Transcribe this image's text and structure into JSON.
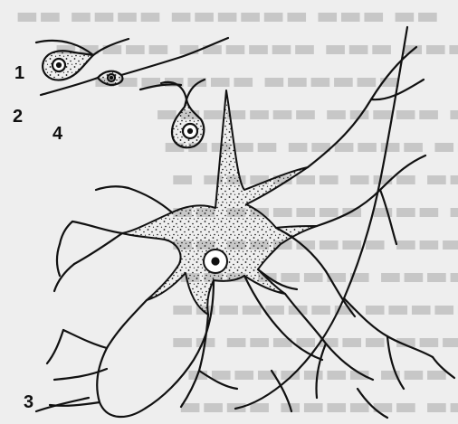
{
  "labels": {
    "cell_1": "1",
    "cell_2": "2",
    "cell_3": "3",
    "cell_4": "4"
  },
  "colors": {
    "ink": "#111111",
    "paper": "#eeeeee",
    "bleed_text": "#a9a9a9"
  }
}
